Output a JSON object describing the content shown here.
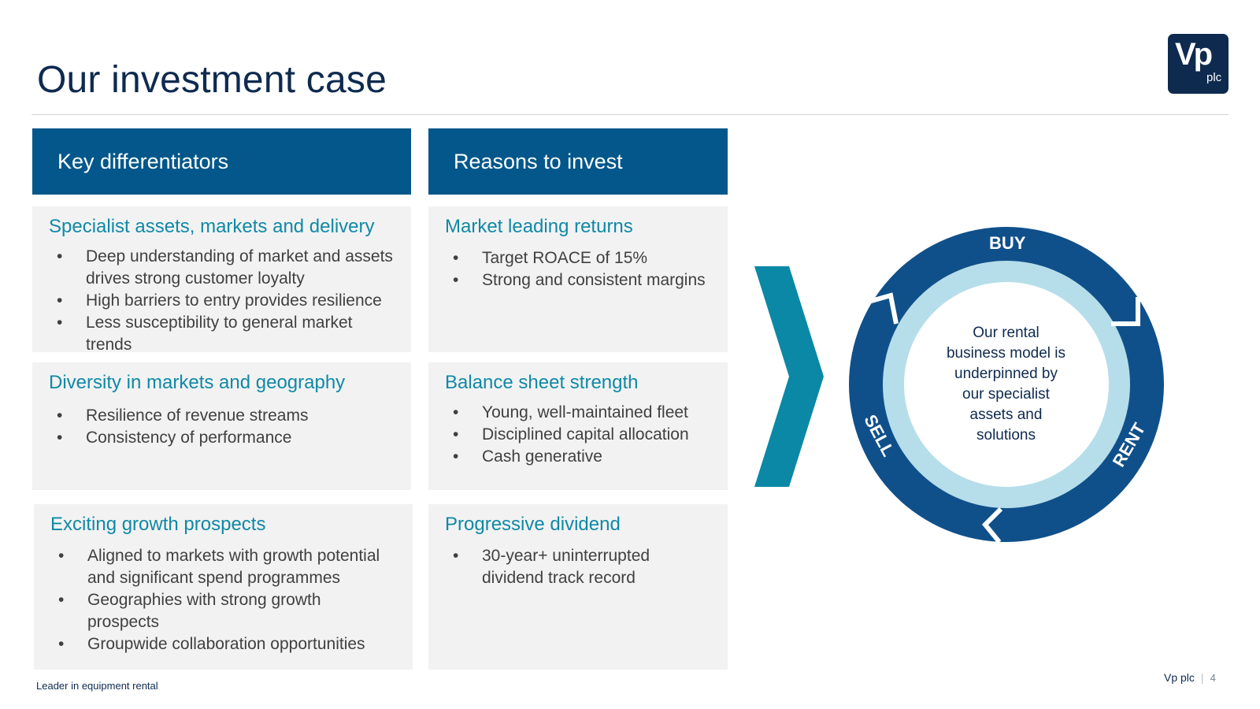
{
  "slide": {
    "title": "Our investment case",
    "logo": {
      "mark": "Vp",
      "suffix": "plc",
      "background": "#0e2a4f"
    }
  },
  "colors": {
    "header_blue": "#03578a",
    "accent_teal": "#0f89a6",
    "navy": "#0e2a4f",
    "panel_grey": "#f2f2f2",
    "ring_dark": "#10508a",
    "ring_light": "#b6deea"
  },
  "columns": {
    "left_header": "Key differentiators",
    "right_header": "Reasons to invest"
  },
  "left_boxes": [
    {
      "heading": "Specialist assets, markets and delivery",
      "bullets": [
        "Deep understanding of market and assets",
        "drives strong customer loyalty",
        "High barriers to entry provides resilience",
        "Less susceptibility to general market trends"
      ]
    },
    {
      "heading": "Diversity in markets and geography",
      "bullets": [
        "Resilience of revenue streams",
        "Consistency of performance"
      ]
    },
    {
      "heading": "Exciting growth prospects",
      "bullets": [
        "Aligned to markets with growth potential",
        "and significant spend programmes",
        "Geographies with strong growth",
        "prospects",
        "Groupwide collaboration opportunities"
      ]
    }
  ],
  "right_boxes": [
    {
      "heading": "Market leading returns",
      "bullets": [
        "Target ROACE of 15%",
        "Strong and consistent margins"
      ]
    },
    {
      "heading": "Balance sheet strength",
      "bullets": [
        "Young, well-maintained fleet",
        "Disciplined capital allocation",
        "Cash generative"
      ]
    },
    {
      "heading": "Progressive dividend",
      "bullets": [
        "30-year+ uninterrupted",
        "dividend track record"
      ]
    }
  ],
  "cycle": {
    "center_text": [
      "Our rental",
      "business model is",
      "underpinned by",
      "our specialist",
      "assets and",
      "solutions"
    ],
    "labels": {
      "top": "BUY",
      "right": "RENT",
      "left": "SELL"
    }
  },
  "footer": {
    "left": "Leader in equipment rental",
    "company": "Vp plc",
    "page": "4"
  }
}
